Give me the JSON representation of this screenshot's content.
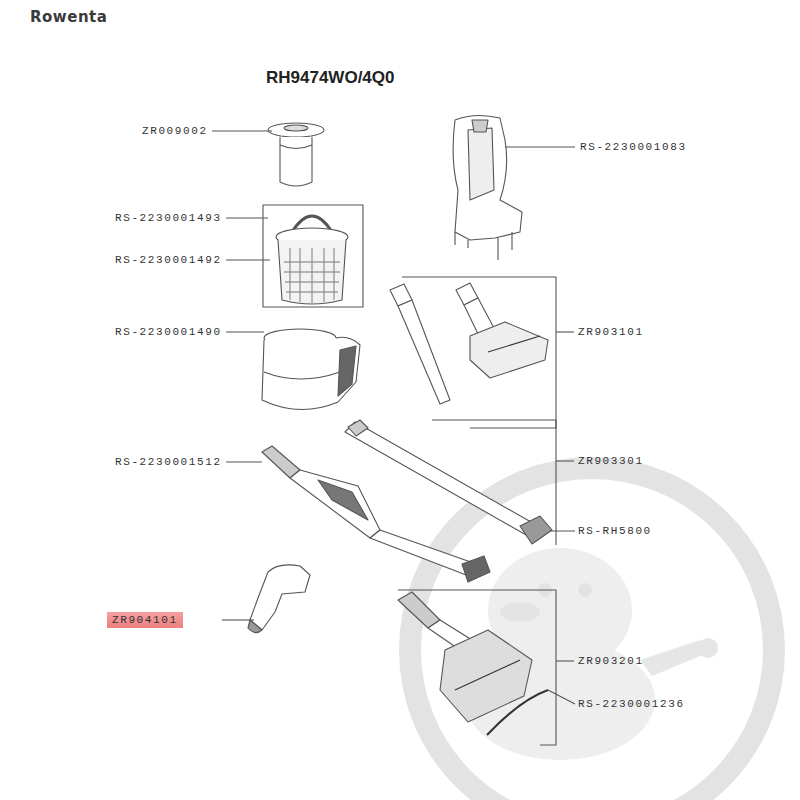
{
  "diagram": {
    "title": "RH9474WO/4Q0",
    "nodes": [
      {
        "text": [
          "ZR904101"
        ]
      }
    ],
    "labels": [
      "Rowenta",
      "ZR009002",
      "RS-2230001083",
      "RS-2230001493",
      "RS-2230001492",
      "ZR903101",
      "RS-2230001490",
      "RS-2230001512",
      "ZR903301",
      "RS-RH5800",
      "ZR903201",
      "RS-2230001236"
    ]
  }
}
